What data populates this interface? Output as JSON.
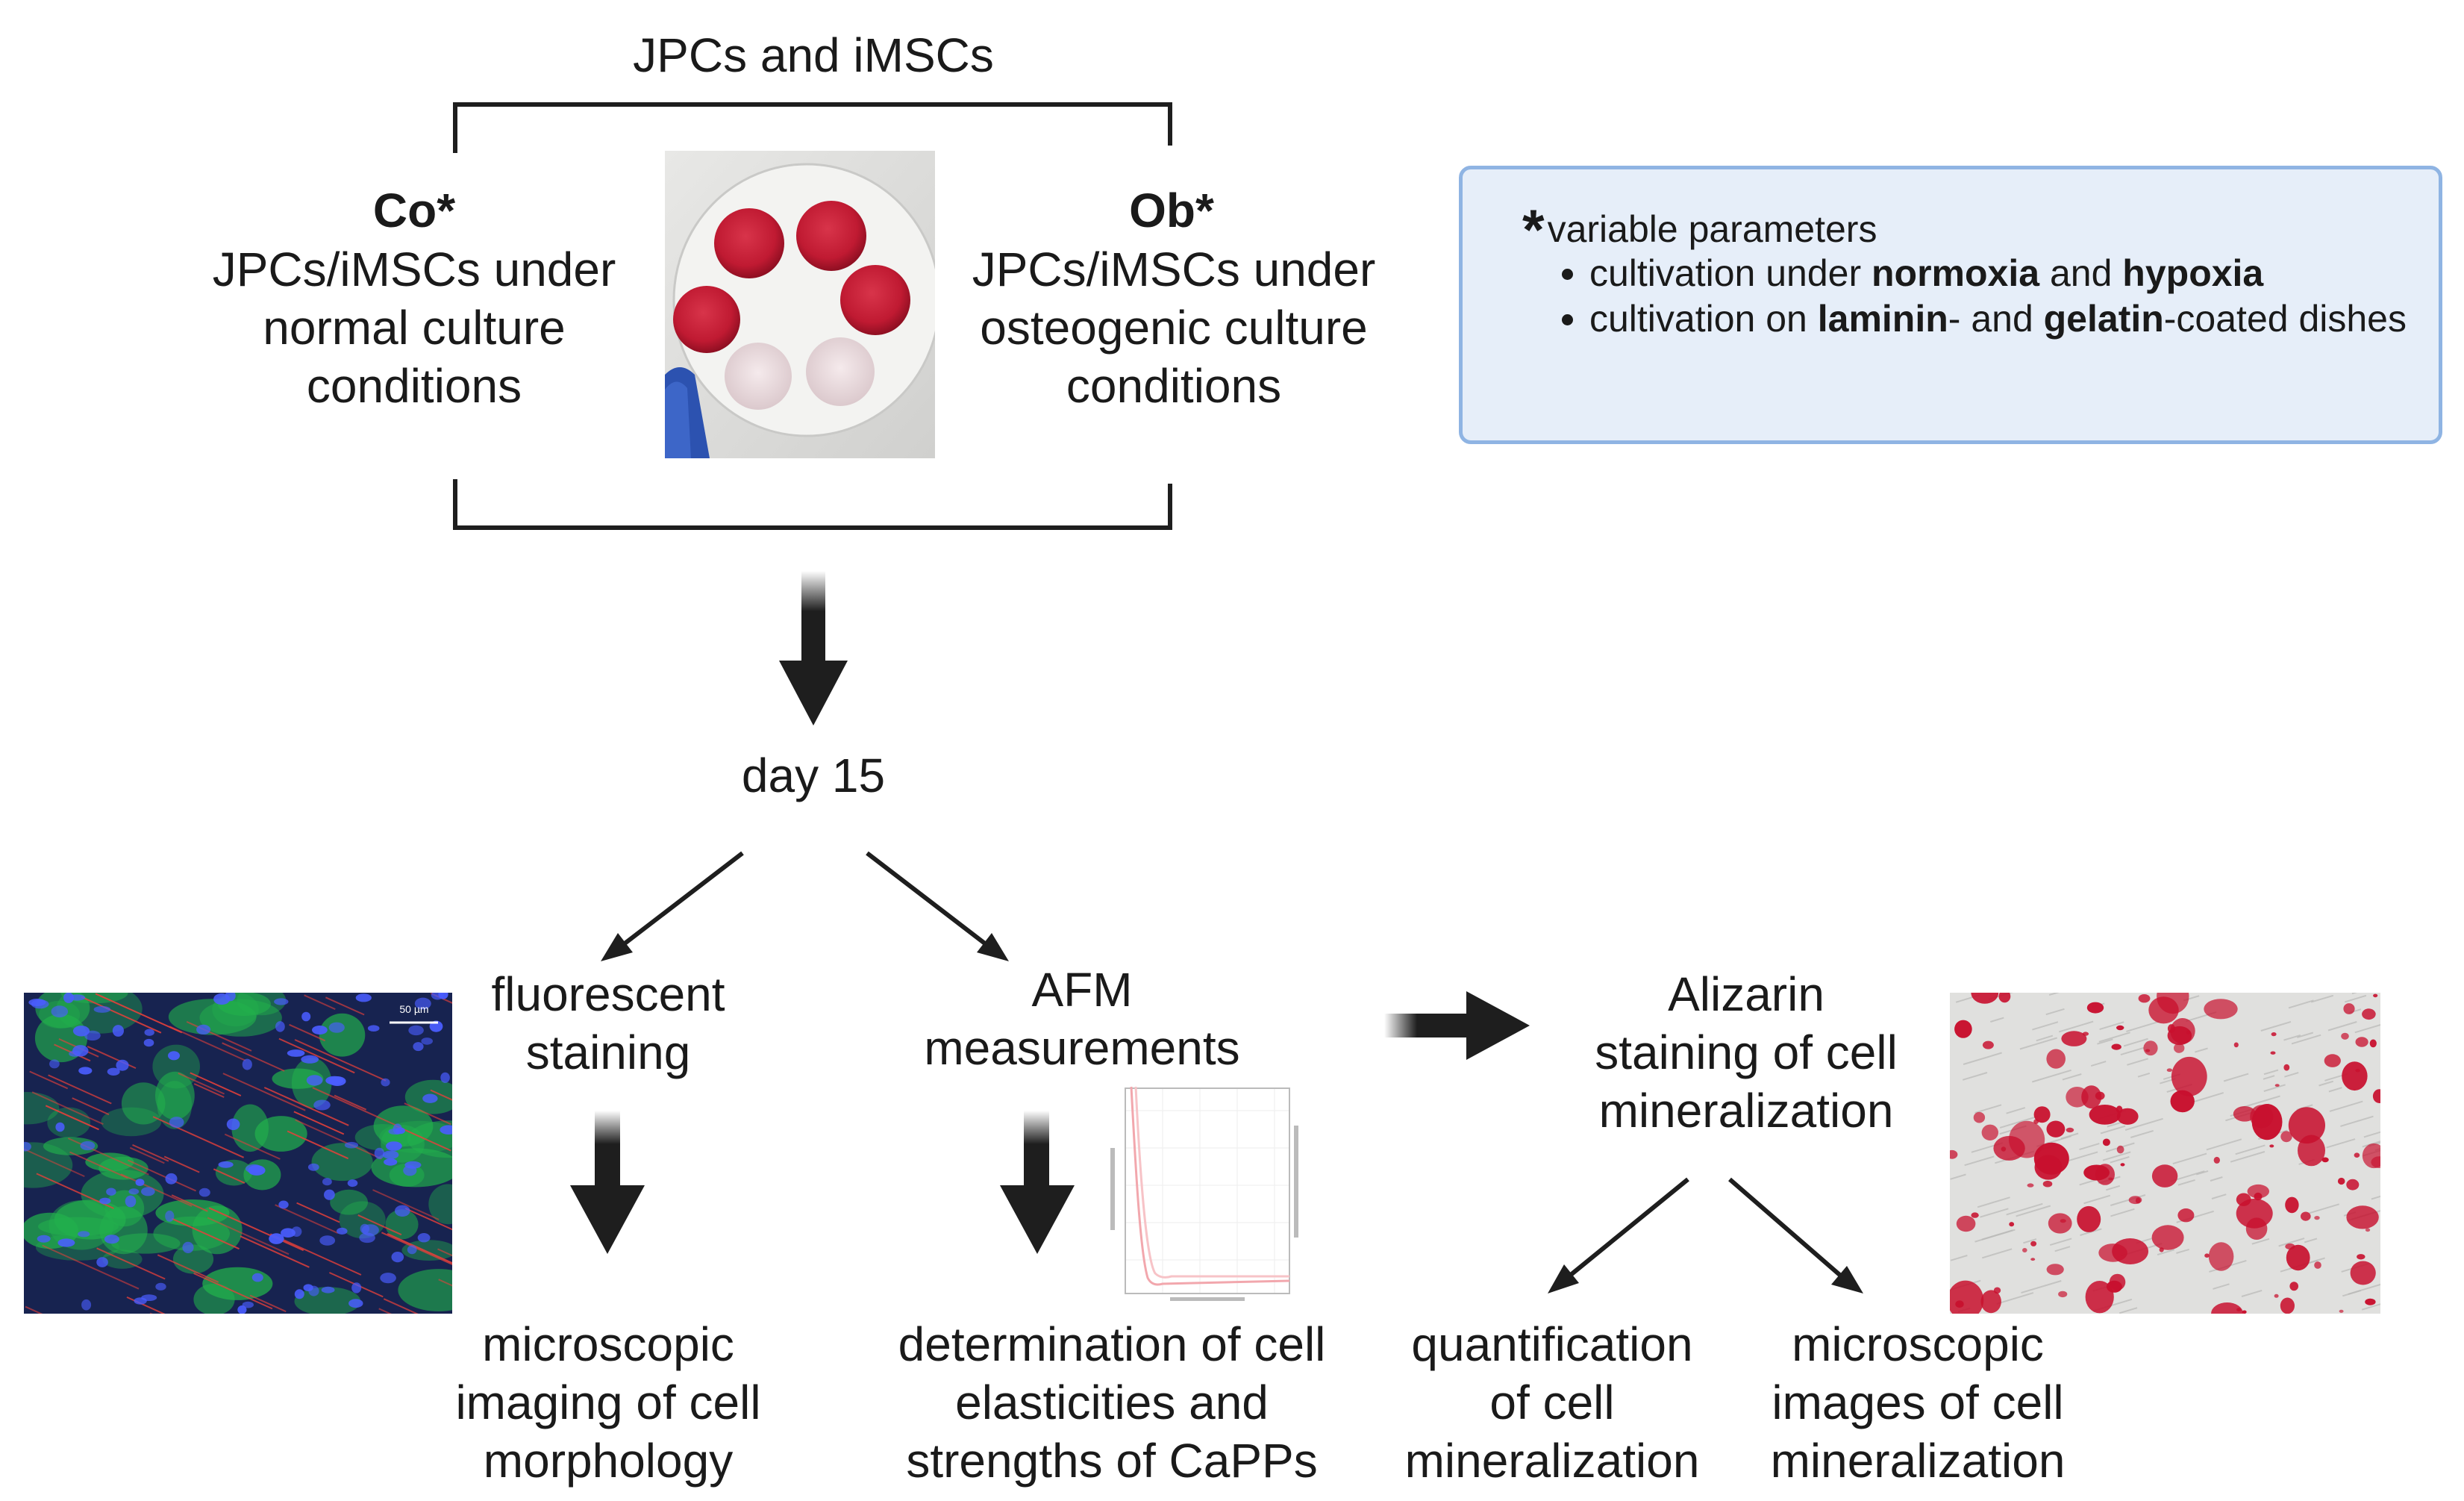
{
  "top_group": {
    "title": "JPCs and iMSCs"
  },
  "co": {
    "label": "Co*",
    "description": "JPCs/iMSCs under\nnormal culture\nconditions"
  },
  "ob": {
    "label": "Ob*",
    "description": "JPCs/iMSCs under\nosteogenic culture\nconditions"
  },
  "parameters": {
    "star": "*",
    "title": "variable parameters",
    "items": [
      [
        {
          "text": "cultivation under ",
          "bold": false
        },
        {
          "text": "normoxia",
          "bold": true
        },
        {
          "text": " and ",
          "bold": false
        },
        {
          "text": "hypoxia",
          "bold": true
        }
      ],
      [
        {
          "text": "cultivation on ",
          "bold": false
        },
        {
          "text": "laminin",
          "bold": true
        },
        {
          "text": "- and ",
          "bold": false
        },
        {
          "text": "gelatin",
          "bold": true
        },
        {
          "text": "-coated dishes",
          "bold": false
        }
      ]
    ]
  },
  "timepoint": "day 15",
  "methods": {
    "fluorescent": "fluorescent\nstaining",
    "afm": "AFM\nmeasurements",
    "alizarin": "Alizarin\nstaining of cell\nmineralization"
  },
  "outcomes": {
    "morphology": "microscopic\nimaging of cell\nmorphology",
    "elasticity": "determination of cell\nelasticities and\nstrengths of CaPPs",
    "quantification": "quantification\nof cell\nmineralization",
    "mineral_images": "microscopic\nimages of cell\nmineralization"
  },
  "images": {
    "fluorescence_scale_bar": "50 µm"
  },
  "colors": {
    "arrow": "#1e1e1e",
    "param_box_fill": "#e6eef9",
    "param_box_border": "#8fb4e3",
    "alizarin_red": "#c8102e"
  }
}
